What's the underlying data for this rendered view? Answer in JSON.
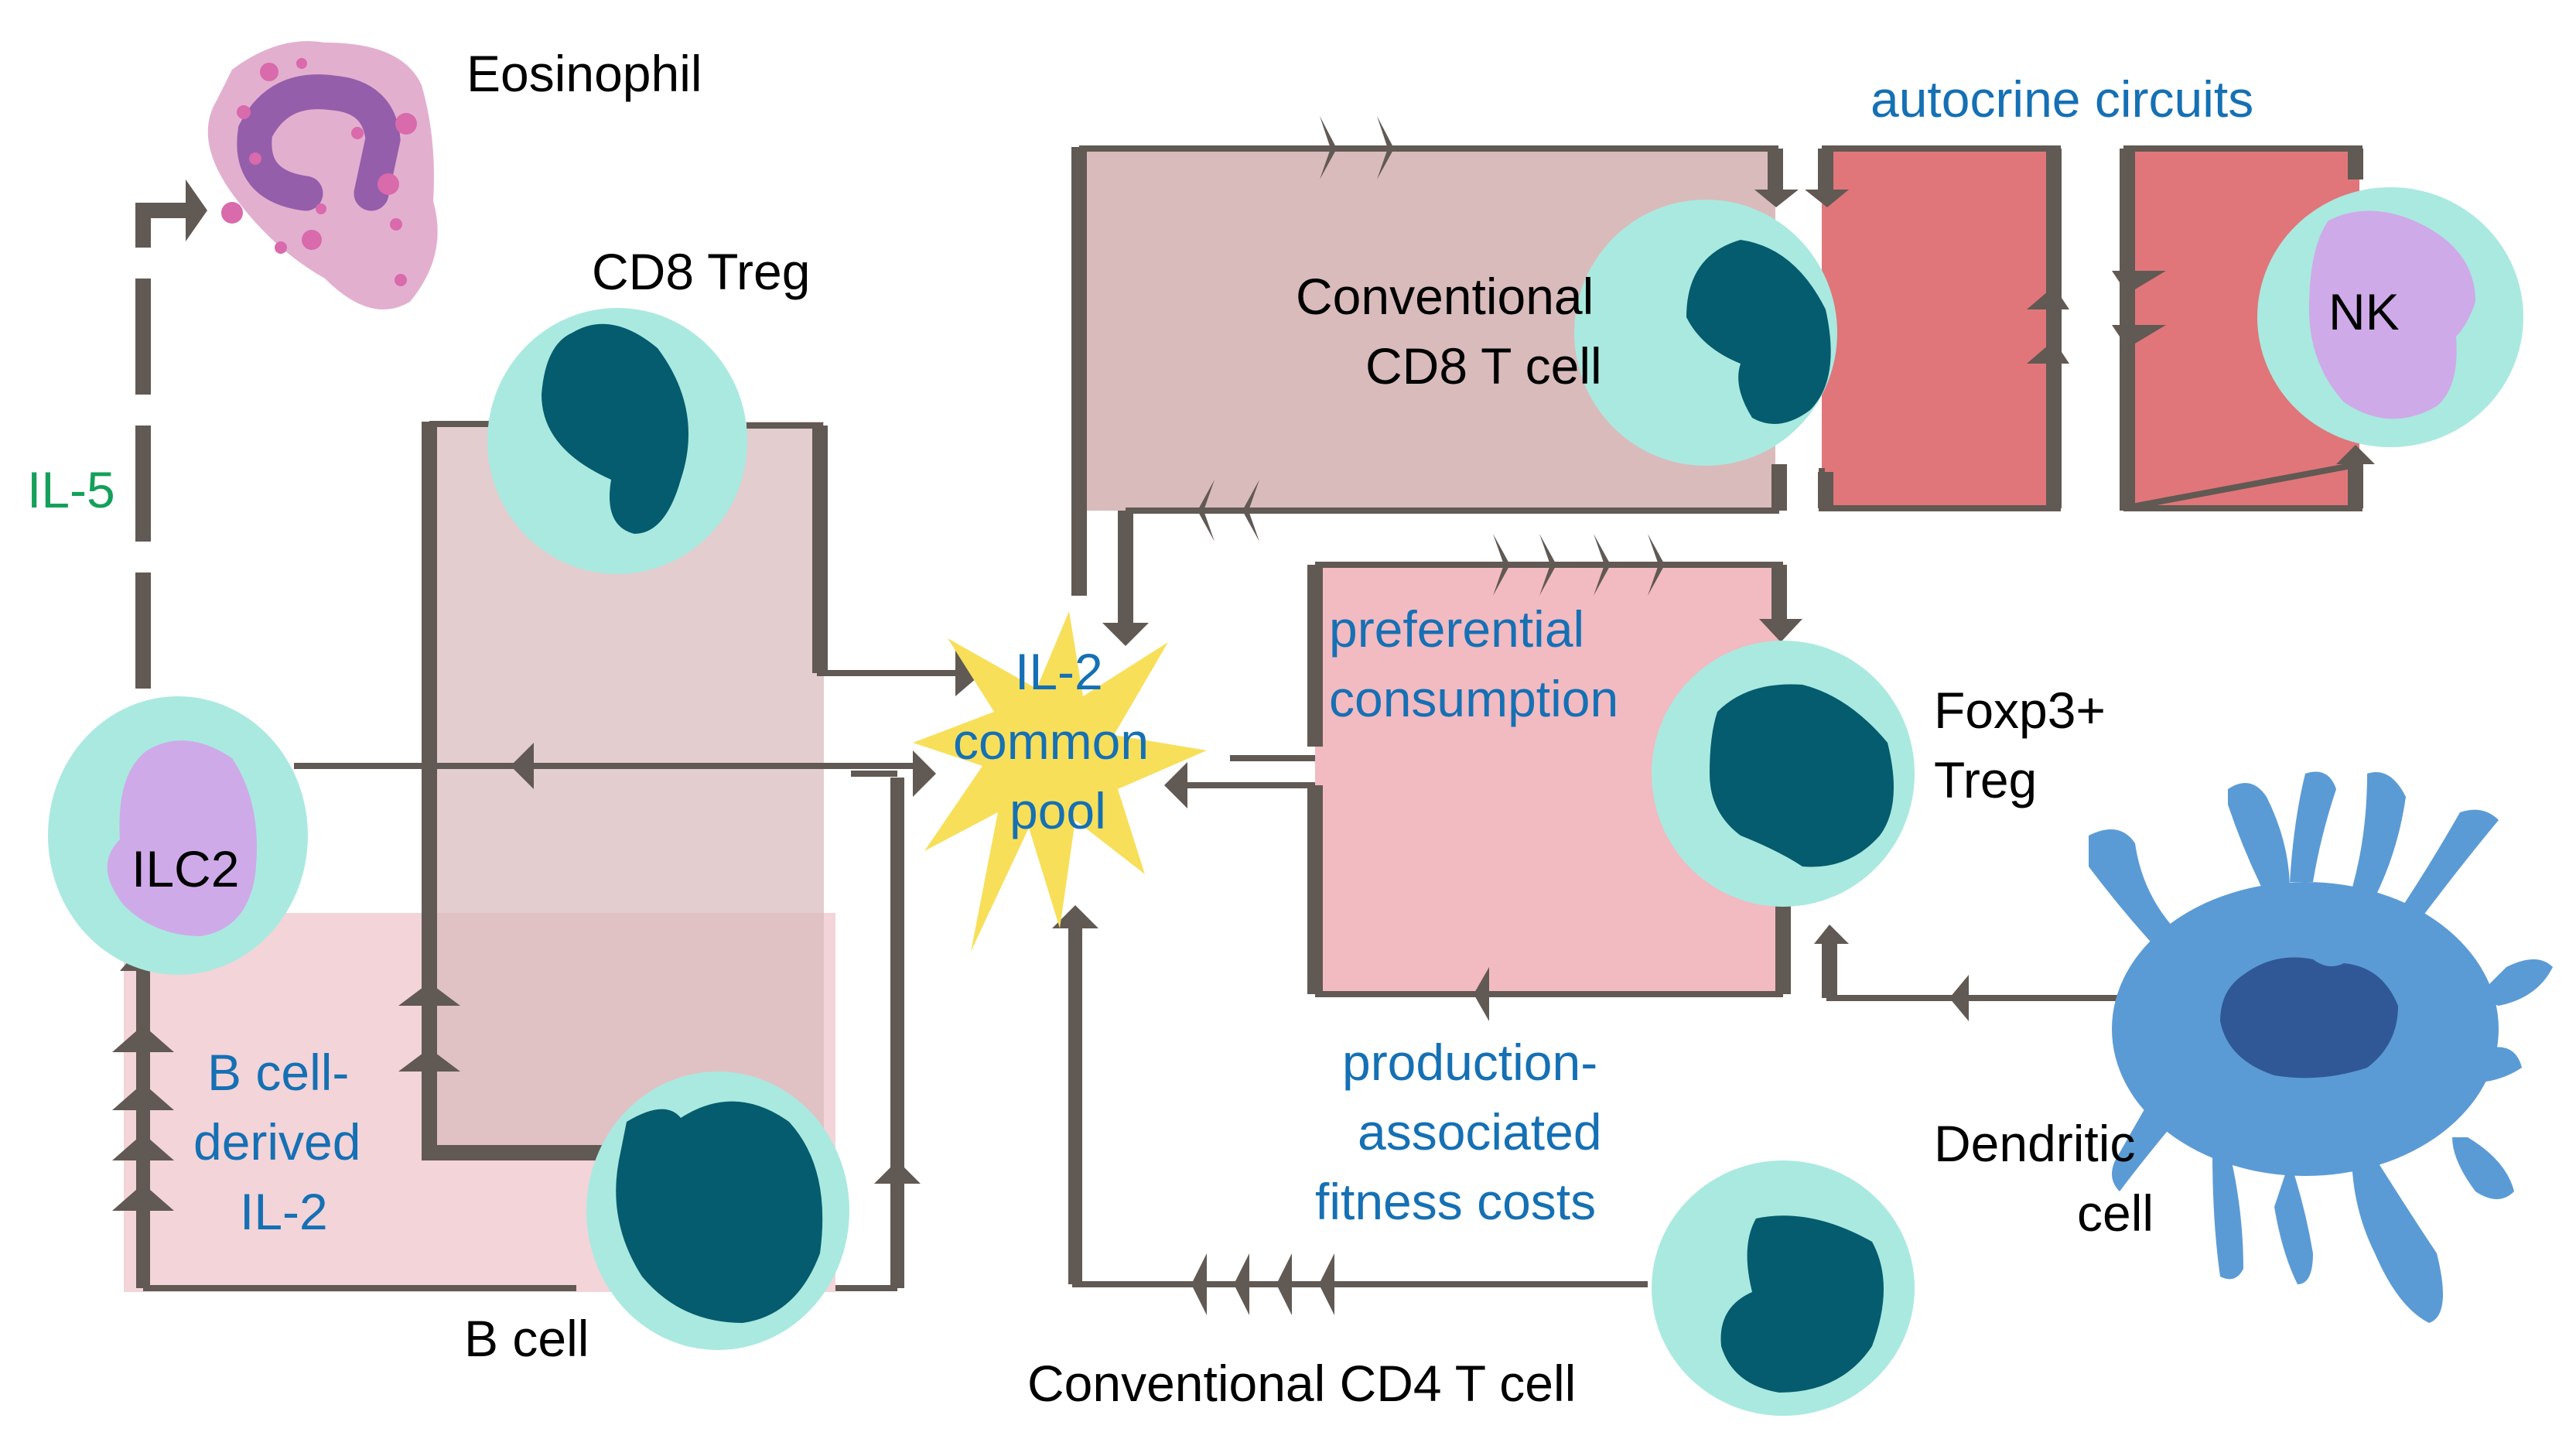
{
  "diagram": {
    "title": "IL-2 common pool interactions",
    "colors": {
      "arrow": "#615953",
      "cell_membrane": "#aae9e0",
      "nucleus_teal": "#055c6e",
      "nucleus_lilac": "#cfaae8",
      "eosinophil_body": "#e3afcf",
      "eosinophil_nucleus": "#955eab",
      "eosinophil_granule": "#d96aac",
      "il2_star": "#f8df5a",
      "cd8_box": "#d9bbbc",
      "cd8treg_box": "#e3cccd",
      "bcell_box": "#f3d4d8",
      "treg_box": "#f2bac1",
      "autocrine_box": "#e0767a",
      "dendritic_body": "#5b9bd5",
      "dendritic_nucleus": "#305896",
      "label_blue": "#1570b4",
      "label_green": "#14a05a"
    },
    "cells": {
      "eosinophil": "Eosinophil",
      "cd8_treg": "CD8 Treg",
      "ilc2": "ILC2",
      "b_cell": "B cell",
      "conv_cd8_line1": "Conventional",
      "conv_cd8_line2": "CD8 T cell",
      "nk": "NK",
      "foxp3_line1": "Foxp3+",
      "foxp3_line2": "Treg",
      "dendritic_line1": "Dendritic",
      "dendritic_line2": "cell",
      "conv_cd4": "Conventional CD4 T cell"
    },
    "annotations": {
      "il5": "IL-5",
      "pool_line1": "IL-2",
      "pool_line2": "common",
      "pool_line3": "pool",
      "autocrine": "autocrine circuits",
      "preferential_line1": "preferential",
      "preferential_line2": "consumption",
      "bcell_il2_line1": "B cell-",
      "bcell_il2_line2": "derived",
      "bcell_il2_line3": "IL-2",
      "fitness_line1": "production-",
      "fitness_line2": "associated",
      "fitness_line3": "fitness costs"
    }
  }
}
